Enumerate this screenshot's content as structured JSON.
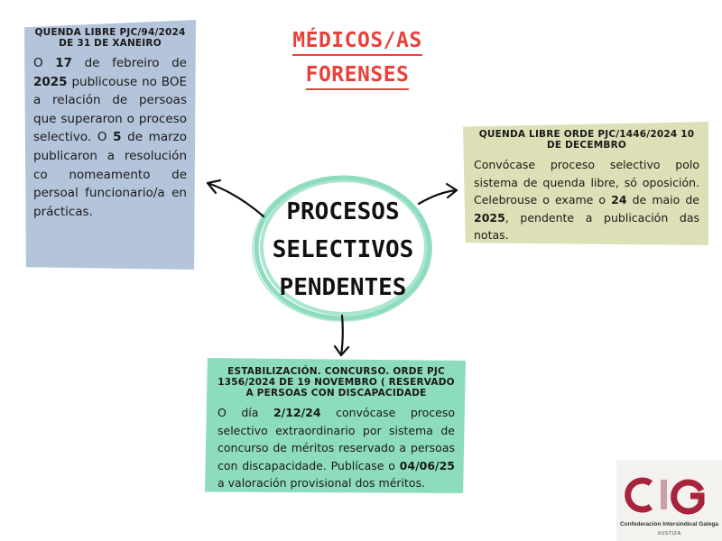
{
  "title": {
    "line1": "MÉDICOS/AS",
    "line2": "FORENSES"
  },
  "center": {
    "line1": "PROCESOS",
    "line2": "SELECTIVOS",
    "line3": "PENDENTES"
  },
  "cards": {
    "left": {
      "title": "QUENDA LIBRE PJC/94/2024 DE 31 DE XANEIRO",
      "body": [
        {
          "t": "O ",
          "b": false
        },
        {
          "t": "17",
          "b": true
        },
        {
          "t": " de febreiro de ",
          "b": false
        },
        {
          "t": "2025",
          "b": true
        },
        {
          "t": " publicouse no BOE a relación de persoas que superaron o proceso selectivo. O ",
          "b": false
        },
        {
          "t": "5",
          "b": true
        },
        {
          "t": " de marzo publicaron a resolución co nomeamento de persoal funcionario/a en prácticas.",
          "b": false
        }
      ]
    },
    "right": {
      "title": "QUENDA LIBRE ORDE PJC/1446/2024 10 DE DECEMBRO",
      "body": [
        {
          "t": "Convócase proceso selectivo polo sistema de quenda libre, só oposición. Celebrouse o exame o ",
          "b": false
        },
        {
          "t": "24",
          "b": true
        },
        {
          "t": " de maio de ",
          "b": false
        },
        {
          "t": "2025",
          "b": true
        },
        {
          "t": ", pendente a publicación das notas.",
          "b": false
        }
      ]
    },
    "bottom": {
      "title": "ESTABILIZACIÓN. CONCURSO. ORDE PJC 1356/2024 DE 19 NOVEMBRO ( RESERVADO A PERSOAS CON DISCAPACIDADE",
      "body": [
        {
          "t": "O día ",
          "b": false
        },
        {
          "t": "2/12/24",
          "b": true
        },
        {
          "t": " convócase proceso selectivo extraordinario por sistema de concurso de méritos reservado a persoas con discapacidade. Publícase o ",
          "b": false
        },
        {
          "t": "04/06/25",
          "b": true
        },
        {
          "t": " a valoración provisional dos méritos.",
          "b": false
        }
      ]
    }
  },
  "logo": {
    "name": "Confederación Intersindical Galega",
    "sub": "XUSTIZA",
    "colors": {
      "c": "#a7243a",
      "i": "#c8a0a6",
      "g": "#a7243a"
    }
  },
  "colors": {
    "title": "#e8413c",
    "card_left": "#b4c4da",
    "card_right": "#dde0b6",
    "card_bottom": "#8ddcbd",
    "circle": "#8ddcbd"
  }
}
